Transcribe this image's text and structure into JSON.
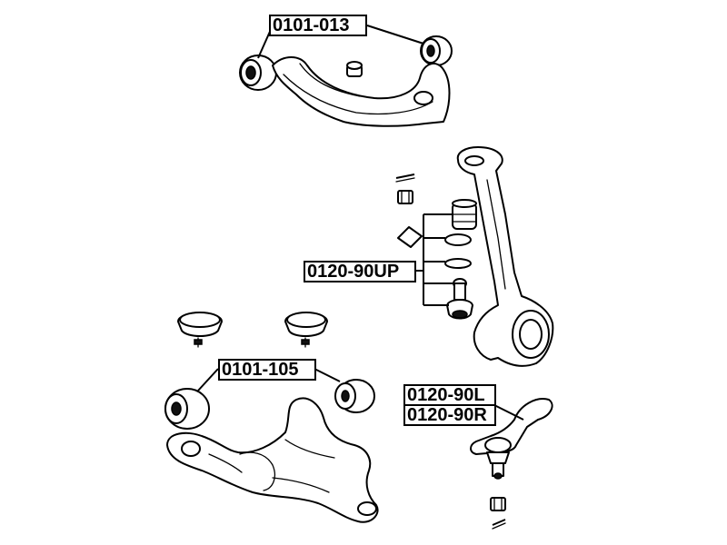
{
  "labels": {
    "upper_arm_bushing": "0101-013",
    "upper_ball_joint": "0120-90UP",
    "lower_arm_bushing": "0101-105",
    "lower_ball_joint_left": "0120-90L",
    "lower_ball_joint_right": "0120-90R"
  }
}
